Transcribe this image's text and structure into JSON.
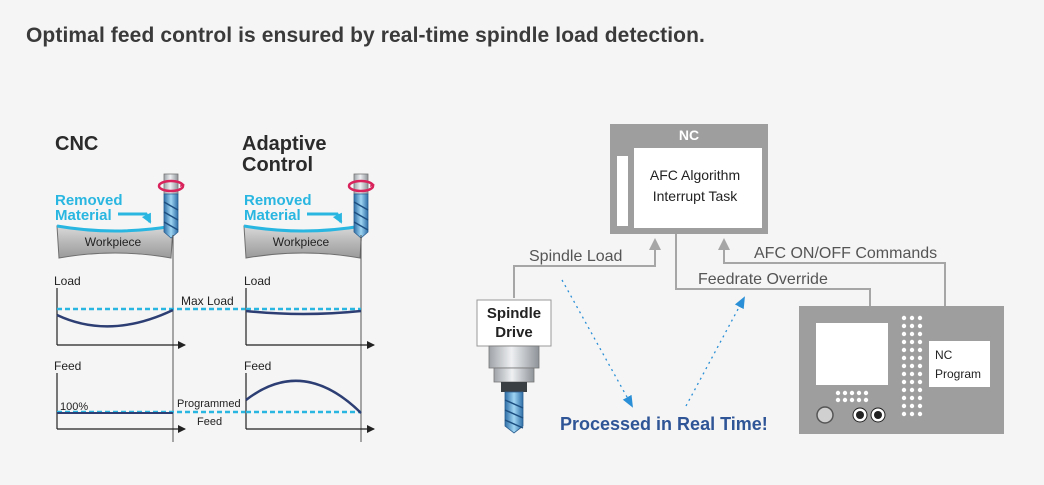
{
  "heading": "Optimal feed control is ensured by real-time spindle load detection.",
  "cnc": {
    "title": "CNC",
    "removed_line1": "Removed",
    "removed_line2": "Material",
    "workpiece": "Workpiece",
    "load": "Load",
    "max_load": "Max Load",
    "feed": "Feed",
    "percent": "100%",
    "programmed_line1": "Programmed",
    "programmed_line2": "Feed"
  },
  "adaptive": {
    "title_line1": "Adaptive",
    "title_line2": "Control",
    "removed_line1": "Removed",
    "removed_line2": "Material",
    "workpiece": "Workpiece",
    "load": "Load",
    "feed": "Feed"
  },
  "nc": {
    "title": "NC",
    "algo_line1": "AFC Algorithm",
    "algo_line2": "Interrupt Task",
    "spindle_load": "Spindle Load",
    "afc_commands": "AFC ON/OFF Commands",
    "feedrate_override": "Feedrate Override",
    "spindle_line1": "Spindle",
    "spindle_line2": "Drive",
    "program_line1": "NC",
    "program_line2": "Program",
    "realtime": "Processed in Real Time!"
  },
  "colors": {
    "cyan": "#29b6e0",
    "navy": "#2c3e73",
    "gray_box": "#9e9e9e",
    "arrow_blue": "#2a8fd6",
    "realtime_text": "#2f5597"
  }
}
